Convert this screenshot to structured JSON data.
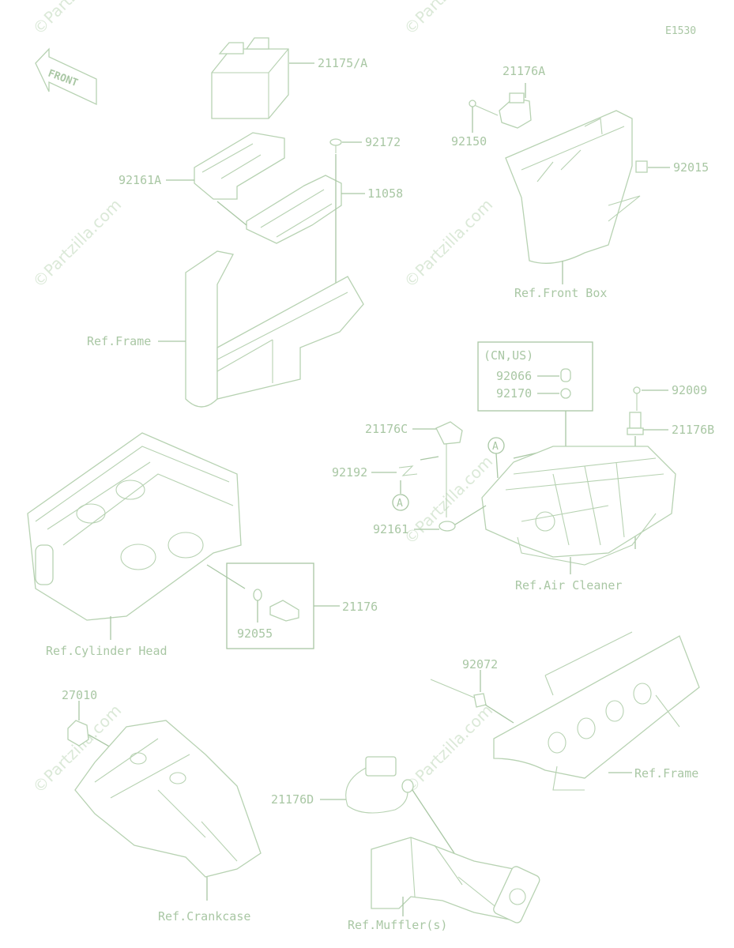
{
  "diagram_code": "E1530",
  "front_marker": "FRONT",
  "watermark": "©Partzilla.com",
  "callouts": {
    "p21175a": "21175/A",
    "p92161a": "92161A",
    "p92172": "92172",
    "p11058": "11058",
    "p21176a": "21176A",
    "p92150": "92150",
    "p92015": "92015",
    "p92066": "92066",
    "p92170": "92170",
    "p92009": "92009",
    "p21176b": "21176B",
    "p21176c": "21176C",
    "p92192": "92192",
    "p92161": "92161",
    "p21176": "21176",
    "p92055": "92055",
    "p92072": "92072",
    "p27010": "27010",
    "p21176d": "21176D"
  },
  "references": {
    "front_box": "Ref.Front Box",
    "frame_upper": "Ref.Frame",
    "air_cleaner": "Ref.Air Cleaner",
    "cylinder_head": "Ref.Cylinder Head",
    "frame_lower": "Ref.Frame",
    "crankcase": "Ref.Crankcase",
    "mufflers": "Ref.Muffler(s)"
  },
  "region_note": "(CN,US)",
  "marker_a": "A"
}
